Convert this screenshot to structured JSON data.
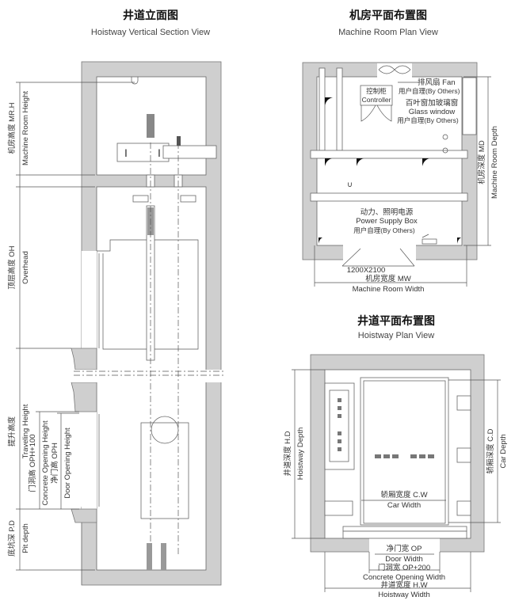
{
  "vertical_section": {
    "title_cn": "井道立面图",
    "title_en": "Hoistway Vertical Section View",
    "mr_h_cn": "机房高度 MR.H",
    "mr_h_en": "Machine Room Height",
    "oh_cn": "顶层高度 OH",
    "oh_en": "Overhead",
    "th_cn": "提升高度",
    "th_en": "Traveling Height",
    "coh_cn": "门洞高 OPH+100",
    "coh_en": "Concrete Opening Height",
    "doh_cn": "净门高 OPH",
    "doh_en": "Door Opening Height",
    "pd_cn": "底坑深 P.D",
    "pd_en": "Pit depth"
  },
  "machine_room_plan": {
    "title_cn": "机房平面布置图",
    "title_en": "Machine Room Plan View",
    "fan": "排风扇 Fan",
    "by_others_1": "用户自理(By Others)",
    "controller_cn": "控制柜",
    "controller_en": "Controller",
    "window_cn": "百叶窗加玻璃窗",
    "window_en": "Glass window",
    "by_others_2": "用户自理(By Others)",
    "power_cn": "动力、照明电源",
    "power_en": "Power Supply Box",
    "by_others_3": "用户自理(By Others)",
    "door_size": "1200X2100",
    "mw_cn": "机房宽度 MW",
    "mw_en": "Machine Room Width",
    "md_cn": "机房深度 MD",
    "md_en": "Machine Room Depth"
  },
  "hoistway_plan": {
    "title_cn": "井道平面布置图",
    "title_en": "Hoistway Plan View",
    "hd_cn": "井道深度 H.D",
    "hd_en": "Hoistway Depth",
    "cd_cn": "轿厢深度 C.D",
    "cd_en": "Car Depth",
    "cw_cn": "轿厢宽度 C.W",
    "cw_en": "Car Width",
    "op_cn": "净门宽 OP",
    "op_en": "Door Width",
    "cop_cn": "门洞宽 OP+200",
    "cop_en": "Concrete Opening Width",
    "hw_cn": "井道宽度 H.W",
    "hw_en": "Hoistway Width"
  }
}
